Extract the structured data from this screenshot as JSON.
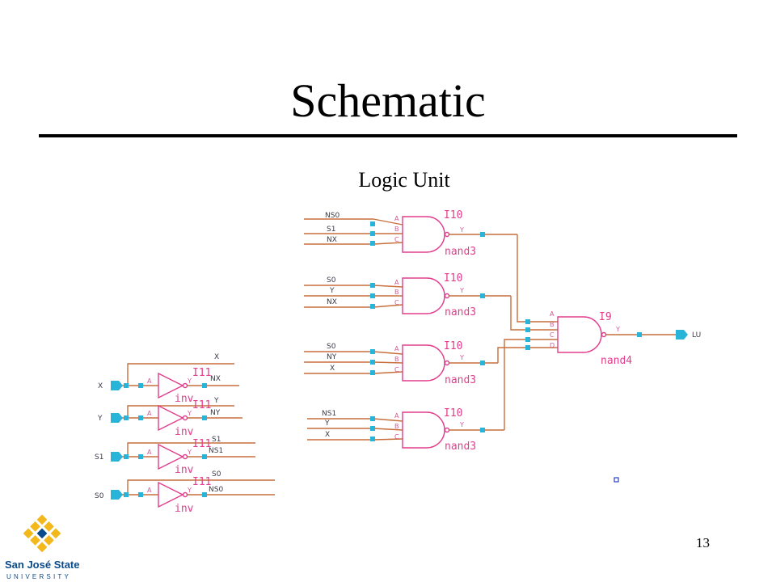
{
  "title": "Schematic",
  "subtitle": "Logic Unit",
  "page_number": "13",
  "colors": {
    "wire": "#c86e3c",
    "gate": "#e23d8c",
    "pin": "#27b4d8",
    "logo_blue": "#0a4b8c",
    "logo_gold": "#f2b81c"
  },
  "nand3_gates": [
    {
      "instance": "I10",
      "cell": "nand3",
      "inputs": [
        "NS0",
        "S1",
        "NX"
      ],
      "pins": [
        "A",
        "B",
        "C"
      ],
      "out_pin": "Y"
    },
    {
      "instance": "I10",
      "cell": "nand3",
      "inputs": [
        "S0",
        "Y",
        "NX"
      ],
      "pins": [
        "A",
        "B",
        "C"
      ],
      "out_pin": "Y"
    },
    {
      "instance": "I10",
      "cell": "nand3",
      "inputs": [
        "S0",
        "NY",
        "X"
      ],
      "pins": [
        "A",
        "B",
        "C"
      ],
      "out_pin": "Y"
    },
    {
      "instance": "I10",
      "cell": "nand3",
      "inputs": [
        "NS1",
        "Y",
        "X"
      ],
      "pins": [
        "A",
        "B",
        "C"
      ],
      "out_pin": "Y"
    }
  ],
  "nand4_gate": {
    "instance": "I9",
    "cell": "nand4",
    "pins": [
      "A",
      "B",
      "C",
      "D"
    ],
    "out_pin": "Y",
    "output": "LU"
  },
  "inverters": [
    {
      "instance": "I11",
      "cell": "inv",
      "input": "X",
      "in_pin": "A",
      "out_pin": "Y",
      "true_net": "X",
      "inv_net": "NX"
    },
    {
      "instance": "I11",
      "cell": "inv",
      "input": "Y",
      "in_pin": "A",
      "out_pin": "Y",
      "true_net": "Y",
      "inv_net": "NY"
    },
    {
      "instance": "I11",
      "cell": "inv",
      "input": "S1",
      "in_pin": "A",
      "out_pin": "Y",
      "true_net": "S1",
      "inv_net": "NS1"
    },
    {
      "instance": "I11",
      "cell": "inv",
      "input": "S0",
      "in_pin": "A",
      "out_pin": "Y",
      "true_net": "S0",
      "inv_net": "NS0"
    }
  ],
  "logo": {
    "name": "San José State",
    "sub": "UNIVERSITY"
  }
}
